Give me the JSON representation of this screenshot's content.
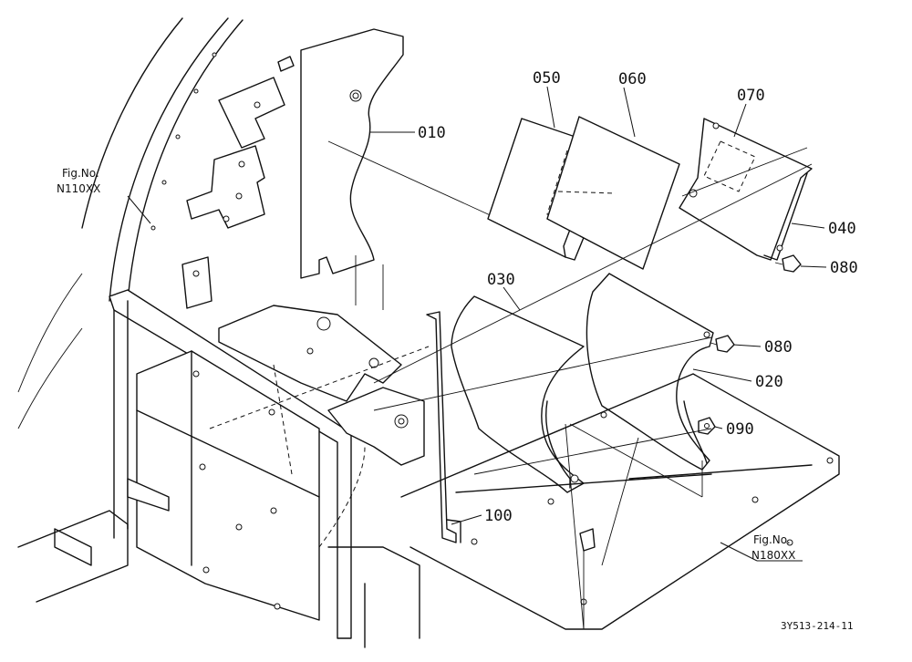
{
  "drawing": {
    "code": "3Y513-214-11",
    "references": [
      {
        "line1": "Fig.No.",
        "line2": "N110XX"
      },
      {
        "line1": "Fig.No.",
        "line2": "N180XX"
      }
    ],
    "parts": [
      {
        "label": "010"
      },
      {
        "label": "050"
      },
      {
        "label": "060"
      },
      {
        "label": "070"
      },
      {
        "label": "040"
      },
      {
        "label": "080"
      },
      {
        "label": "030"
      },
      {
        "label": "080"
      },
      {
        "label": "020"
      },
      {
        "label": "090"
      },
      {
        "label": "100"
      }
    ]
  }
}
